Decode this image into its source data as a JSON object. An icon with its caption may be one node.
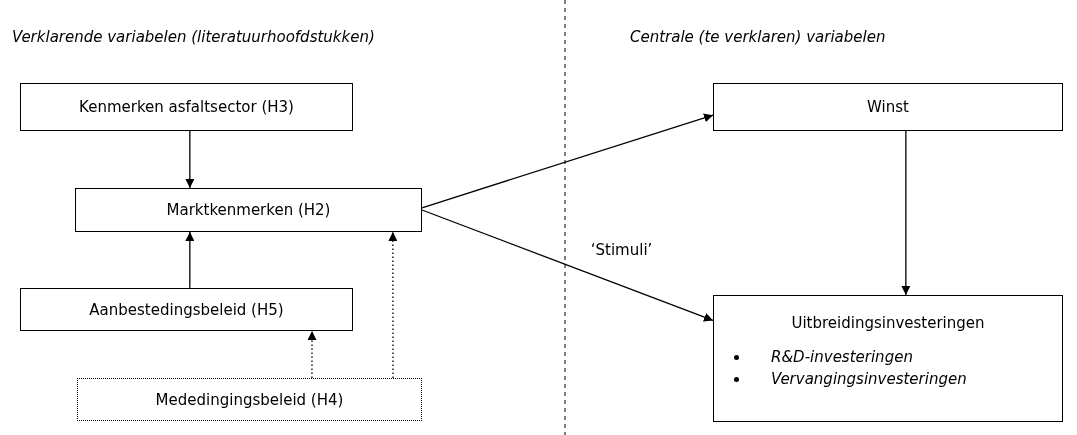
{
  "diagram": {
    "nodes": [
      {
        "text": [
          "Kenmerken asfaltsector (H3)"
        ]
      },
      {
        "text": [
          "Marktkenmerken (H2)"
        ]
      },
      {
        "text": [
          "Aanbestedingsbeleid (H5)"
        ]
      },
      {
        "text": [
          "Mededingingsbeleid (H4)"
        ]
      },
      {
        "text": [
          "Winst"
        ]
      },
      {
        "text": [
          "Uitbreidingsinvesteringen",
          "R&D-investeringen",
          "Vervangingsinvesteringen"
        ]
      }
    ],
    "edges": [
      {
        "from": 0,
        "to": 1,
        "arrow": "to"
      },
      {
        "from": 2,
        "to": 1,
        "arrow": "to"
      },
      {
        "from": 3,
        "to": 2,
        "arrow": "to",
        "style": "dashed"
      },
      {
        "from": 3,
        "to": 1,
        "arrow": "to",
        "style": "dashed"
      },
      {
        "from": 1,
        "to": 4,
        "arrow": "to"
      },
      {
        "from": 1,
        "to": 5,
        "arrow": "to",
        "label": "‘Stimuli’"
      },
      {
        "from": 4,
        "to": 5,
        "arrow": "to"
      }
    ],
    "labels": [
      "Verklarende variabelen (literatuurhoofdstukken)",
      "Centrale (te verklaren) variabelen"
    ]
  }
}
